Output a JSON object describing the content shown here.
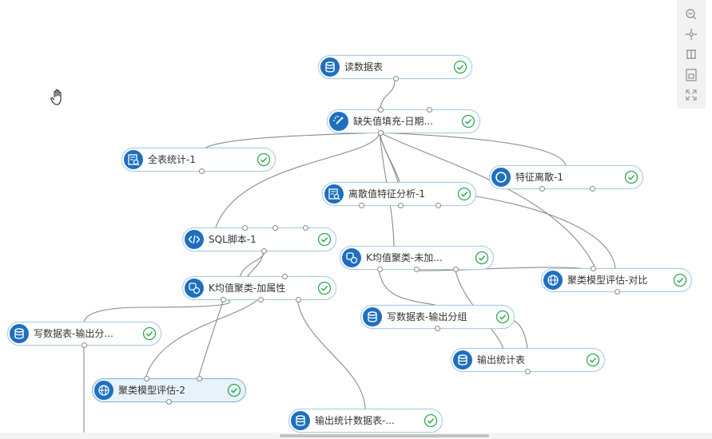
{
  "nodes": [
    {
      "id": "n1",
      "label": "读数据表",
      "icon": "database-icon",
      "status": "success-check"
    },
    {
      "id": "n2",
      "label": "缺失值填充-日期...",
      "icon": "magic-wand-icon",
      "status": "success-check"
    },
    {
      "id": "n3",
      "label": "全表统计-1",
      "icon": "table-search-icon",
      "status": "success-check"
    },
    {
      "id": "n4",
      "label": "特征离散-1",
      "icon": "circle-icon",
      "status": "success-check"
    },
    {
      "id": "n5",
      "label": "离散值特征分析-1",
      "icon": "table-search-icon",
      "status": "success-check"
    },
    {
      "id": "n6",
      "label": "SQL脚本-1",
      "icon": "code-icon",
      "status": "success-check"
    },
    {
      "id": "n7",
      "label": "K均值聚类-未加...",
      "icon": "cluster-icon",
      "status": "success-check"
    },
    {
      "id": "n8",
      "label": "聚类模型评估-对比",
      "icon": "globe-icon",
      "status": "success-check"
    },
    {
      "id": "n9",
      "label": "K均值聚类-加属性",
      "icon": "cluster-icon",
      "status": "success-check"
    },
    {
      "id": "n10",
      "label": "写数据表-输出分组",
      "icon": "database-icon",
      "status": "success-check"
    },
    {
      "id": "n11",
      "label": "写数据表-输出分...",
      "icon": "database-icon",
      "status": "success-check"
    },
    {
      "id": "n12",
      "label": "输出统计表",
      "icon": "database-icon",
      "status": "success-check"
    },
    {
      "id": "n13",
      "label": "聚类模型评估-2",
      "icon": "globe-icon",
      "status": "success-check"
    },
    {
      "id": "n14",
      "label": "输出统计数据表-...",
      "icon": "database-icon",
      "status": "success-check"
    }
  ],
  "toolbar": [
    {
      "name": "zoom-out-icon"
    },
    {
      "name": "fit-center-icon"
    },
    {
      "name": "actual-size-icon"
    },
    {
      "name": "overview-icon"
    },
    {
      "name": "fullscreen-icon"
    }
  ],
  "colors": {
    "accent": "#1f6fc0",
    "success": "#2fa84f",
    "node_border": "#a6cbe6",
    "edge": "#8c8c8c",
    "selected_bg": "#e8f2fb"
  }
}
